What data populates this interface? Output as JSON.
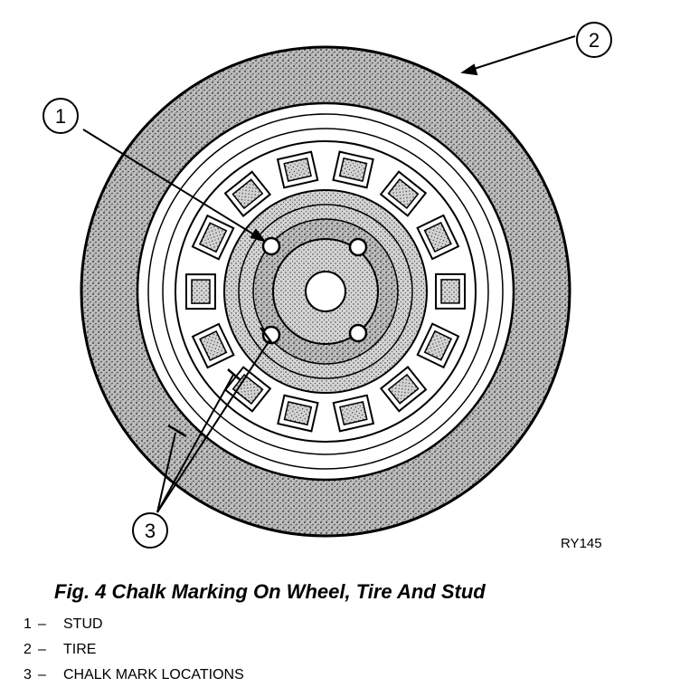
{
  "diagram": {
    "callouts": [
      {
        "id": "1",
        "label": "1"
      },
      {
        "id": "2",
        "label": "2"
      },
      {
        "id": "3",
        "label": "3"
      }
    ],
    "figure_code": "RY145"
  },
  "caption": "Fig. 4 Chalk Marking On Wheel, Tire And Stud",
  "legend": {
    "dash": "–",
    "items": [
      {
        "number": "1",
        "text": "STUD"
      },
      {
        "number": "2",
        "text": "TIRE"
      },
      {
        "number": "3",
        "text": "CHALK MARK LOCATIONS"
      }
    ]
  }
}
